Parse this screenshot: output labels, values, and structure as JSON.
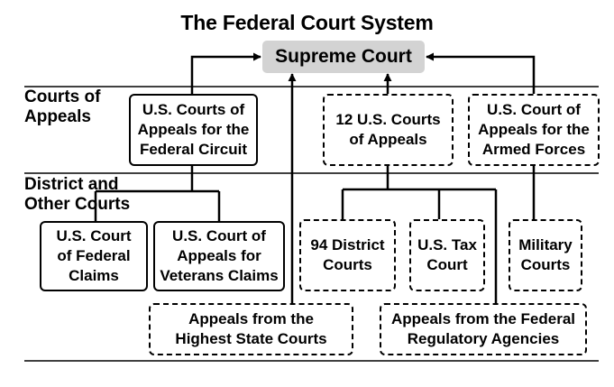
{
  "title": "The Federal Court System",
  "row_labels": {
    "appeals": "Courts of\nAppeals",
    "district": "District and\nOther Courts"
  },
  "nodes": {
    "supreme": "Supreme Court",
    "federal_circuit": "U.S. Courts of\nAppeals for the\nFederal Circuit",
    "courts_of_appeals": "12 U.S. Courts\nof Appeals",
    "armed_forces": "U.S. Court of\nAppeals for the\nArmed Forces",
    "federal_claims": "U.S. Court\nof Federal\nClaims",
    "veterans_claims": "U.S. Court of\nAppeals for\nVeterans Claims",
    "district_courts": "94 District\nCourts",
    "tax_court": "U.S. Tax\nCourt",
    "military_courts": "Military\nCourts",
    "state_courts": "Appeals from the\nHighest State Courts",
    "regulatory_agencies": "Appeals from the Federal\nRegulatory Agencies"
  }
}
